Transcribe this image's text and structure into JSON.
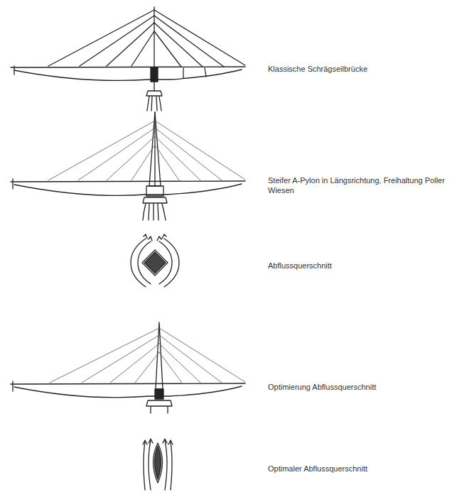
{
  "diagram": {
    "labels": [
      "Klassische Schrägseilbrücke",
      "Steifer A-Pylon in Längsrichtung, Freihaltung Poller Wiesen",
      "Abflussquerschnitt",
      "Optimierung Abflussquerschnitt",
      "Optimaler Abflussquerschnitt"
    ]
  }
}
